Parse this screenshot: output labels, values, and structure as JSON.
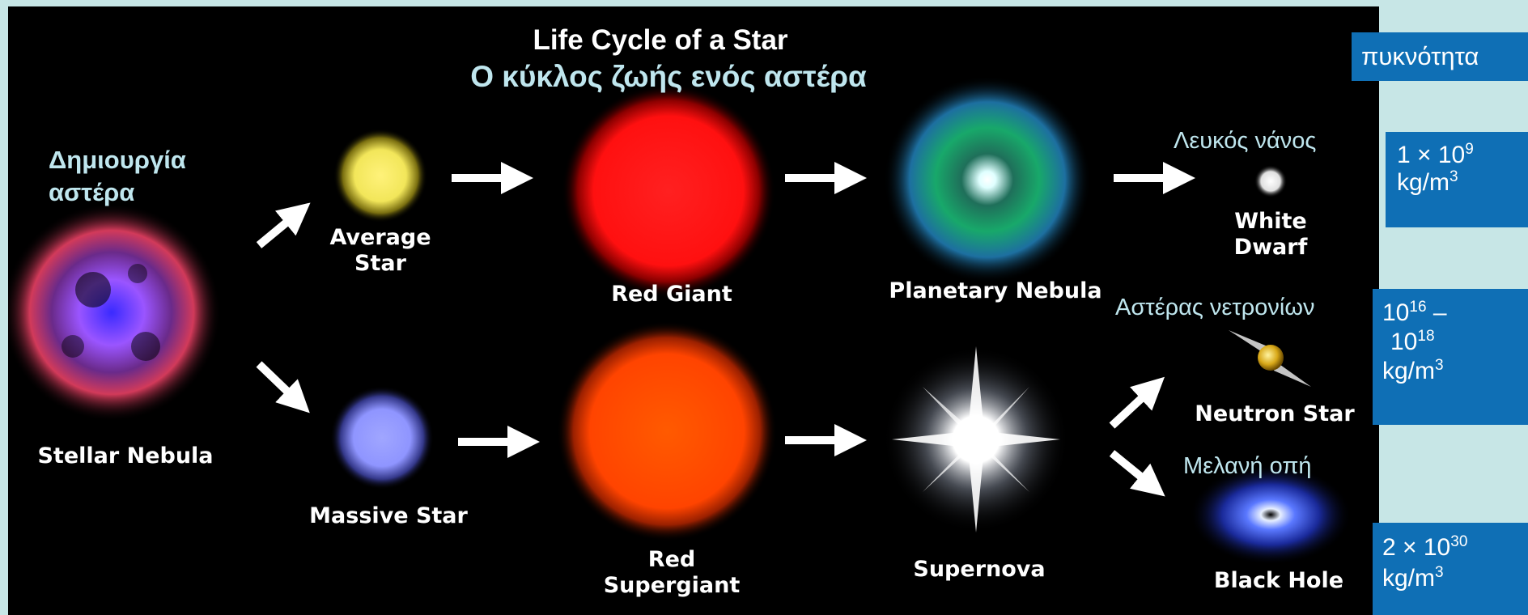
{
  "title": {
    "english": "Life Cycle of a Star",
    "greek": "Ο κύκλος ζωής ενός αστέρα"
  },
  "labels": {
    "star_formation": [
      "Δημιουργία",
      "αστέρα"
    ],
    "stellar_nebula": "Stellar Nebula",
    "average_star": [
      "Average",
      "Star"
    ],
    "massive_star": "Massive Star",
    "red_giant": "Red Giant",
    "red_supergiant": [
      "Red",
      "Supergiant"
    ],
    "planetary_nebula": "Planetary Nebula",
    "supernova": "Supernova",
    "white_dwarf": [
      "White",
      "Dwarf"
    ],
    "neutron_star": "Neutron Star",
    "black_hole": "Black Hole"
  },
  "greek_labels": {
    "white_dwarf": "Λευκός νάνος",
    "neutron_star": "Αστέρας νετρονίων",
    "black_hole": "Μελανή οπή"
  },
  "density": {
    "header": "πυκνότητα",
    "white_dwarf": {
      "mantissa": "1 × 10",
      "exp": "9",
      "unit": "kg/m",
      "unit_exp": "3"
    },
    "neutron_star": {
      "low_base": "10",
      "low_exp": "16",
      "dash": "–",
      "high_base": "10",
      "high_exp": "18",
      "unit": "kg/m",
      "unit_exp": "3"
    },
    "black_hole": {
      "mantissa": "2 × 10",
      "exp": "30",
      "unit": "kg/m",
      "unit_exp": "3"
    }
  },
  "colors": {
    "page_background": "#c7e6e6",
    "panel_background": "#000000",
    "title_english": "#ffffff",
    "title_greek": "#bfe6ee",
    "density_box": "#0f6fb5",
    "average_star": "#f2e65a",
    "massive_star": "#8f95ff",
    "red_giant": "#ff1010",
    "red_supergiant": "#ff4400"
  }
}
